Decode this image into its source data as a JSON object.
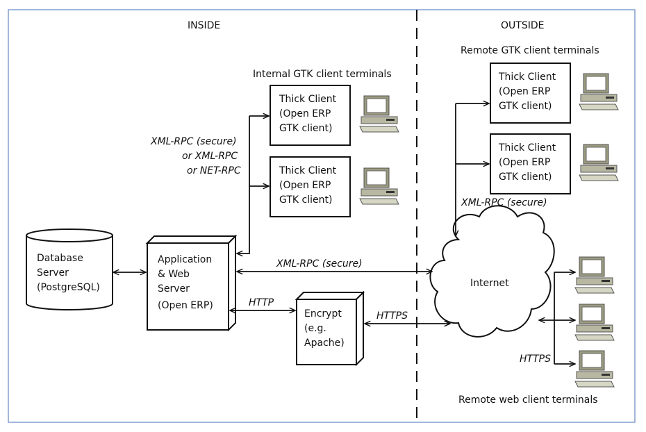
{
  "colors": {
    "frame": "#6f8fc8",
    "ink": "#111111",
    "terminal": "#9a9a80",
    "terminal_light": "#d6d6c4"
  },
  "regions": {
    "inside": "INSIDE",
    "outside": "OUTSIDE"
  },
  "groups": {
    "internal_gtk": "Internal GTK client terminals",
    "remote_gtk": "Remote GTK client terminals",
    "remote_web": "Remote web client terminals"
  },
  "nodes": {
    "database": {
      "line1": "Database",
      "line2": "Server",
      "line3": "(PostgreSQL)"
    },
    "app_server": {
      "line1": "Application",
      "line2": "& Web",
      "line3": "Server",
      "line4": "(Open ERP)"
    },
    "encrypt": {
      "line1": "Encrypt",
      "line2": "(e.g.",
      "line3": "Apache)"
    },
    "thick_client": {
      "line1": "Thick Client",
      "line2": "(Open ERP",
      "line3": "GTK client)"
    },
    "internet": "Internet"
  },
  "protocols": {
    "internal_line1": "XML-RPC (secure)",
    "internal_line2": "or XML-RPC",
    "internal_line3": "or NET-RPC",
    "app_to_internet": "XML-RPC (secure)",
    "remote_gtk": "XML-RPC (secure)",
    "http": "HTTP",
    "https_encrypt": "HTTPS",
    "https_web": "HTTPS"
  },
  "icons": [
    "computer-terminal-icon",
    "cylinder-database-icon",
    "cloud-icon"
  ]
}
